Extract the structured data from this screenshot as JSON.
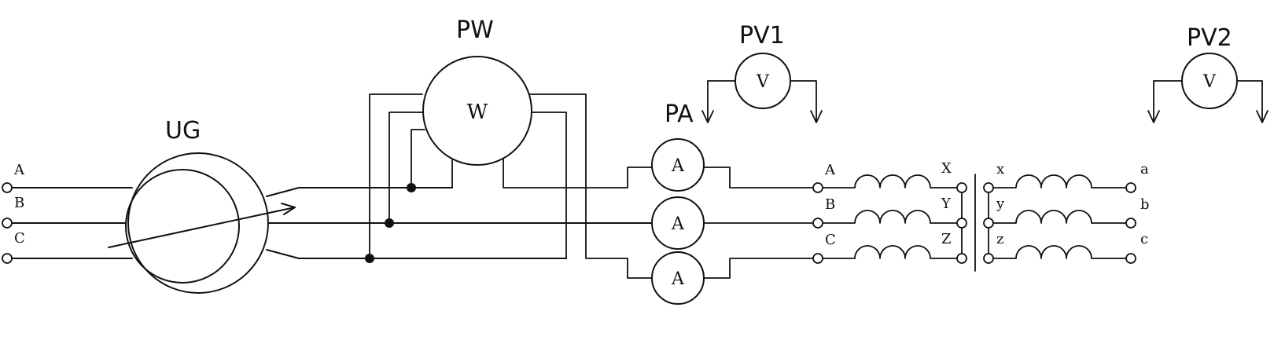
{
  "labels": {
    "generator": "UG",
    "wattmeter": "PW",
    "ammeters": "PA",
    "voltmeter1": "PV1",
    "voltmeter2": "PV2"
  },
  "symbols": {
    "wattmeter": "W",
    "ammeter": "A",
    "voltmeter": "V"
  },
  "phases": {
    "input": [
      "A",
      "B",
      "C"
    ],
    "primary_left": [
      "A",
      "B",
      "C"
    ],
    "primary_right": [
      "X",
      "Y",
      "Z"
    ],
    "secondary_left": [
      "x",
      "y",
      "z"
    ],
    "secondary_right": [
      "a",
      "b",
      "c"
    ]
  }
}
